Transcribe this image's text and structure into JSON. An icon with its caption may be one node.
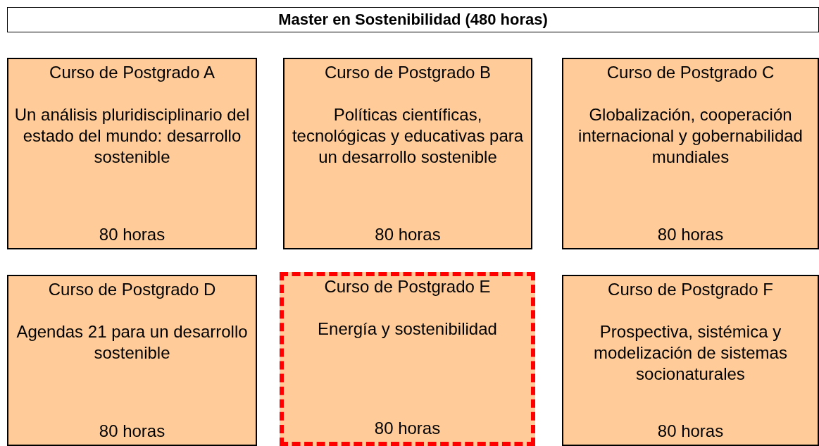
{
  "diagram": {
    "nodes": [
      {
        "text": [
          "Master en Sostenibilidad (480 horas)"
        ]
      },
      {
        "text": [
          "Curso de Postgrado A",
          "Un análisis pluridisciplinario del estado del mundo: desarrollo sostenible",
          "80 horas"
        ]
      },
      {
        "text": [
          "Curso de Postgrado B",
          "Políticas científicas, tecnológicas y educativas para un desarrollo sostenible",
          "80 horas"
        ]
      },
      {
        "text": [
          "Curso de Postgrado C",
          "Globalización, cooperación internacional y gobernabilidad mundiales",
          "80 horas"
        ]
      },
      {
        "text": [
          "Curso de Postgrado D",
          "Agendas 21 para un desarrollo sostenible",
          "80 horas"
        ]
      },
      {
        "text": [
          "Curso de Postgrado E",
          "Energía y sostenibilidad",
          "80 horas"
        ]
      },
      {
        "text": [
          "Curso de Postgrado F",
          "Prospectiva, sistémica y modelización de sistemas socionaturales",
          "80 horas"
        ]
      }
    ]
  }
}
